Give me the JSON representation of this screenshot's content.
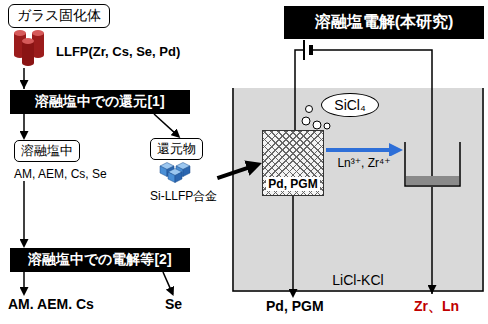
{
  "diagram": {
    "nodes": [
      {
        "text": [
          "ガラス固化体"
        ]
      },
      {
        "text": [
          "溶融塩電解(本研究)"
        ]
      },
      {
        "text": [
          "溶融塩中での還元[1]"
        ]
      },
      {
        "text": [
          "溶融塩中",
          "AM, AEM, Cs, Se"
        ]
      },
      {
        "text": [
          "還元物",
          "Si-LLFP合金"
        ]
      },
      {
        "text": [
          "LiCl-KCl"
        ]
      },
      {
        "text": [
          "SiCl₄"
        ],
        "in": 5
      },
      {
        "text": [
          "Pd, PGM"
        ],
        "in": 5
      },
      {
        "text": [
          "溶融塩中での電解等[2]"
        ]
      },
      {
        "text": [
          "AM. AEM. Cs"
        ]
      },
      {
        "text": [
          "Se"
        ]
      },
      {
        "text": [
          "Pd, PGM"
        ]
      },
      {
        "text": [
          "Zr、Ln"
        ]
      }
    ],
    "edges": [
      {
        "from": 2,
        "to": 3,
        "arrow": "to"
      },
      {
        "from": 3,
        "to": 8,
        "arrow": "to"
      },
      {
        "from": 2,
        "to": 4,
        "arrow": "to"
      },
      {
        "from": 4,
        "to": 7,
        "arrow": "to"
      },
      {
        "from": 8,
        "to": 9,
        "arrow": "to"
      },
      {
        "from": 8,
        "to": 10,
        "arrow": "to"
      },
      {
        "from": 7,
        "to": 11,
        "arrow": "to"
      }
    ],
    "labels": [
      "LLFP(Zr, Cs, Se, Pd)",
      "Ln³⁺, Zr⁴⁺"
    ]
  }
}
